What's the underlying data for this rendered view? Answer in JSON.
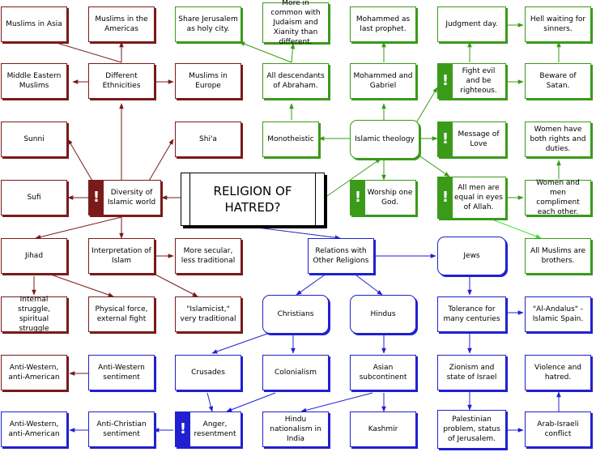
{
  "diagram": {
    "central_topic": [
      "RELIGION OF",
      "HATRED?"
    ],
    "nodes": {
      "muslims_asia": "Muslims in Asia",
      "muslims_americas": "Muslims in the Americas",
      "middle_eastern": "Middle Eastern Muslims",
      "ethnicities": "Different Ethnicities",
      "muslims_europe": "Muslims in Europe",
      "sunni": "Sunni",
      "shia": "Shi'a",
      "sufi": "Sufi",
      "diversity": "Diversity of Islamic world",
      "jihad": "Jihad",
      "interpretation": "Interpretation of Islam",
      "more_secular": "More secular, less traditional",
      "internal_struggle": "Internal struggle, spiritual struggle",
      "physical_force": "Physical force, external fight",
      "islamicist": "\"Islamicist,\" very traditional",
      "anti_western_1": "Anti-Western, anti-American",
      "anti_western_sentiment": "Anti-Western sentiment",
      "anti_western_2": "Anti-Western, anti-American",
      "anti_christian": "Anti-Christian sentiment",
      "share_jerusalem": "Share Jerusalem as holy city.",
      "in_common": "More in common with Judaism and Xianity than different.",
      "last_prophet": "Mohammed as last prophet.",
      "judgment_day": "Judgment day.",
      "hell_waiting": "Hell waiting for sinners.",
      "descendants": "All descendants of Abraham.",
      "mohammed_gabriel": "Mohammed and Gabriel",
      "fight_evil": "Fight evil and be righteous.",
      "beware_satan": "Beware of Satan.",
      "monotheistic": "Monotheistic",
      "islamic_theology": "Islamic theology",
      "message_love": "Message of Love",
      "women_rights": "Women have both rights and duties.",
      "worship_one": "Worship one God.",
      "all_men_equal": "All men are equal in eyes of Allah.",
      "women_men": "Women and men compliment each other.",
      "brothers": "All Muslims are brothers.",
      "relations": "Relations with Other Religions",
      "jews": "Jews",
      "christians": "Christians",
      "hindus": "Hindus",
      "tolerance": "Tolerance for many centuries",
      "al_andalus": "\"Al-Andalus\" - Islamic Spain.",
      "crusades": "Crusades",
      "colonialism": "Colonialism",
      "asian_sub": "Asian subcontinent",
      "zionism": "Zionism and state of Israel",
      "violence": "Violence and hatred.",
      "anger": "Anger, resentment",
      "hindu_nat": "Hindu nationalism in India",
      "kashmir": "Kashmir",
      "palestinian": "Palestinian problem, status of Jerusalem.",
      "arab_israeli": "Arab-Israeli conflict"
    },
    "colors": {
      "red_branch": "#7a1a1a",
      "green_branch": "#3a9a1a",
      "blue_branch": "#2020d0",
      "light_green": "#30e030"
    }
  }
}
